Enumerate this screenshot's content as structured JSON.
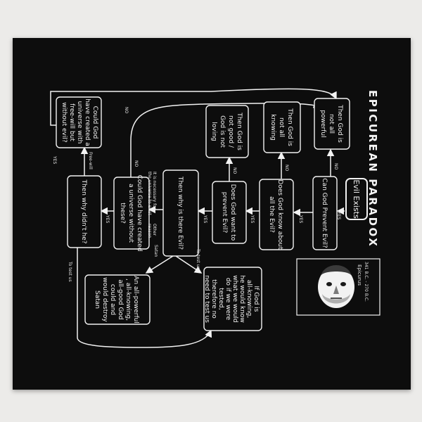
{
  "title": "EPICUREAN PARADOX",
  "start": "Evil Exists",
  "nodes": {
    "can_prevent": [
      "Can God Prevent Evil?"
    ],
    "know": [
      "Does God know about",
      "all the Evil?"
    ],
    "want": [
      "Does God want to",
      "prevent Evil?"
    ],
    "why_evil": [
      "Then why is there Evil?"
    ],
    "could_create": [
      "Could God have created",
      "a universe without",
      "these?"
    ],
    "why_didnt": [
      "Then why didn't he?"
    ],
    "could_free": [
      "Could God",
      "have created a",
      "universe with",
      "free-will but",
      "without evil?"
    ],
    "not_powerful": [
      "Then God is",
      "not all",
      "powerful"
    ],
    "not_knowing": [
      "Then God is",
      "not all",
      "knowing"
    ],
    "not_good": [
      "Then God is",
      "not good /",
      "God is not",
      "loving"
    ],
    "test_us": [
      "If God is",
      "all-knowing,",
      "he would know",
      "what we would",
      "do if we were",
      "tested,",
      "therefore no",
      "need to test us"
    ],
    "satan": [
      "An all-powerful",
      ", all-knowing,",
      "all-good God",
      "could and",
      "would destroy",
      "Satan"
    ]
  },
  "edges": {
    "yes": "YES",
    "no": "NO",
    "free_will": "Free-will",
    "necessary": [
      "It is necessary for",
      "the universe to exist"
    ],
    "other_reason": [
      "Other",
      "reason"
    ],
    "satan": "Satan",
    "to_test_us_1": "To test us",
    "to_test_us_2": "To test us"
  },
  "portrait": {
    "name": "Epicurus",
    "dates": "341 B.C. - 270 B.C."
  },
  "colors": {
    "fabric": "#0d0d0d",
    "ink": "#f2f2f2",
    "wall": "#ecebe9"
  }
}
